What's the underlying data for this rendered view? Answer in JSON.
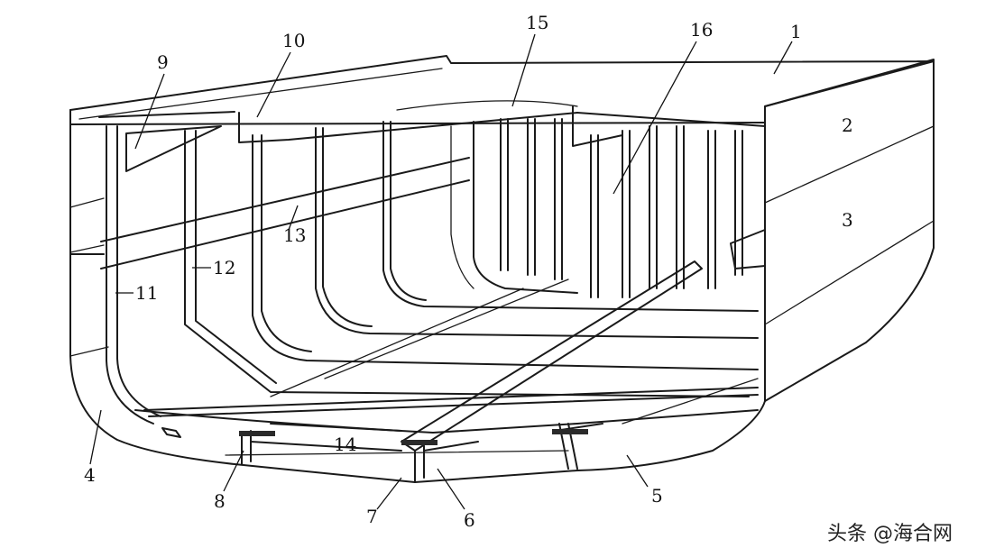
{
  "labels": [
    {
      "key": "n1",
      "text": "1"
    },
    {
      "key": "n2",
      "text": "2"
    },
    {
      "key": "n3",
      "text": "3"
    },
    {
      "key": "n4",
      "text": "4"
    },
    {
      "key": "n5",
      "text": "5"
    },
    {
      "key": "n6",
      "text": "6"
    },
    {
      "key": "n7",
      "text": "7"
    },
    {
      "key": "n8",
      "text": "8"
    },
    {
      "key": "n9",
      "text": "9"
    },
    {
      "key": "n10",
      "text": "10"
    },
    {
      "key": "n11",
      "text": "11"
    },
    {
      "key": "n12",
      "text": "12"
    },
    {
      "key": "n13",
      "text": "13"
    },
    {
      "key": "n14",
      "text": "14"
    },
    {
      "key": "n15",
      "text": "15"
    },
    {
      "key": "n16",
      "text": "16"
    }
  ],
  "watermark": "头条 @海合网"
}
